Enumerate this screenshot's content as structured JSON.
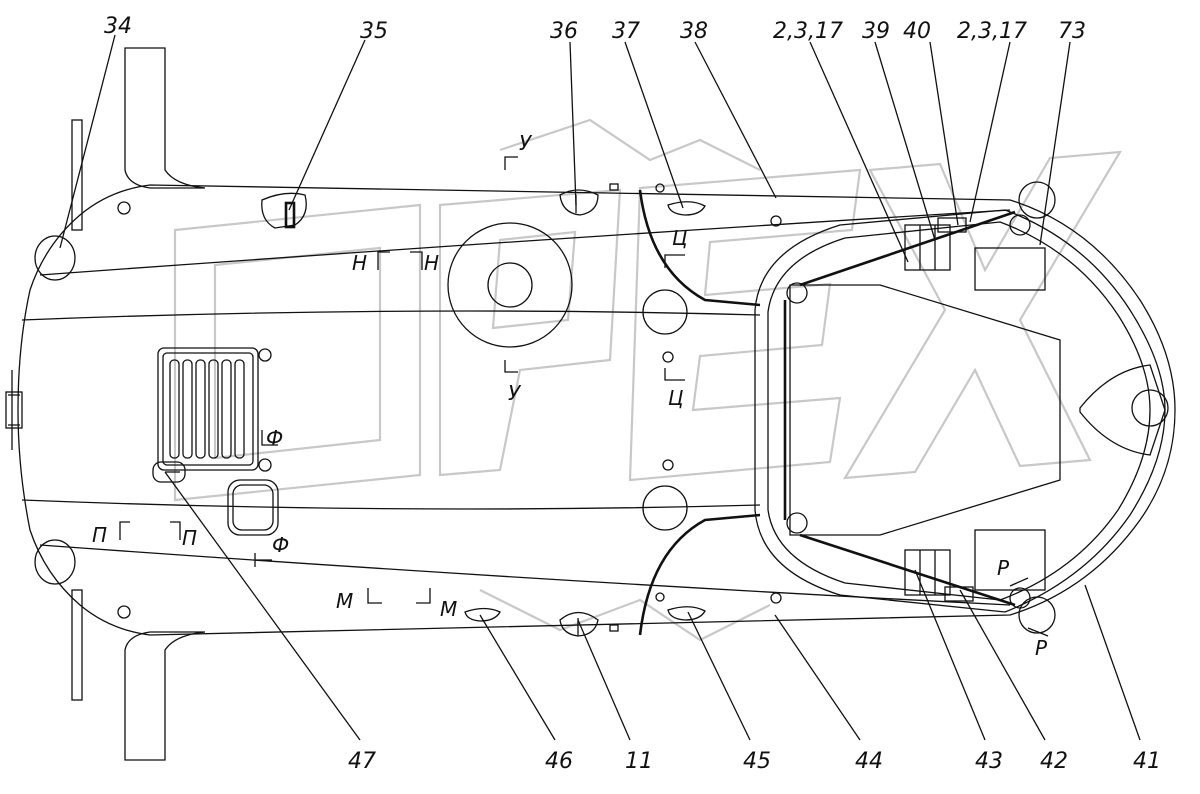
{
  "watermark": "OPEX",
  "callouts": [
    {
      "id": "34",
      "label": "34"
    },
    {
      "id": "35",
      "label": "35"
    },
    {
      "id": "36",
      "label": "36"
    },
    {
      "id": "37",
      "label": "37"
    },
    {
      "id": "38",
      "label": "38"
    },
    {
      "id": "2-3-17-a",
      "label": "2,3,17"
    },
    {
      "id": "39",
      "label": "39"
    },
    {
      "id": "40",
      "label": "40"
    },
    {
      "id": "2-3-17-b",
      "label": "2,3,17"
    },
    {
      "id": "73",
      "label": "73"
    },
    {
      "id": "47",
      "label": "47"
    },
    {
      "id": "46",
      "label": "46"
    },
    {
      "id": "11",
      "label": "11"
    },
    {
      "id": "45",
      "label": "45"
    },
    {
      "id": "44",
      "label": "44"
    },
    {
      "id": "43",
      "label": "43"
    },
    {
      "id": "42",
      "label": "42"
    },
    {
      "id": "41",
      "label": "41"
    }
  ],
  "section_marks": [
    {
      "id": "U-top",
      "label": "У"
    },
    {
      "id": "U-bottom",
      "label": "У"
    },
    {
      "id": "Ts-top",
      "label": "Ц"
    },
    {
      "id": "Ts-bottom",
      "label": "Ц"
    },
    {
      "id": "N-left",
      "label": "Н"
    },
    {
      "id": "N-right",
      "label": "Н"
    },
    {
      "id": "F-top",
      "label": "Ф"
    },
    {
      "id": "F-bottom",
      "label": "Ф"
    },
    {
      "id": "P-left",
      "label": "П"
    },
    {
      "id": "P-right",
      "label": "П"
    },
    {
      "id": "M-left",
      "label": "М"
    },
    {
      "id": "M-right",
      "label": "М"
    },
    {
      "id": "R-top",
      "label": "Р"
    },
    {
      "id": "R-bottom",
      "label": "Р"
    }
  ]
}
